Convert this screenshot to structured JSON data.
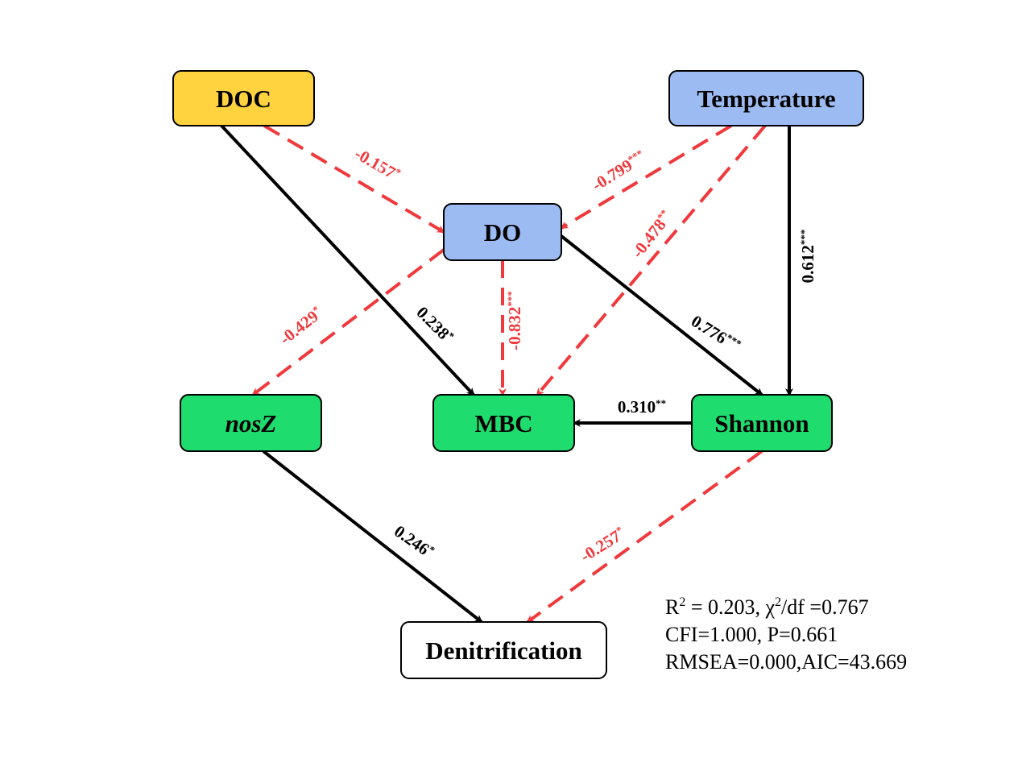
{
  "nodes": [
    {
      "id": "doc",
      "label": "DOC",
      "fill": "#ffd23f",
      "italic": false
    },
    {
      "id": "temperature",
      "label": "Temperature",
      "fill": "#9dbbf3",
      "italic": false
    },
    {
      "id": "do",
      "label": "DO",
      "fill": "#9dbbf3",
      "italic": false
    },
    {
      "id": "nosz",
      "label": "nosZ",
      "fill": "#1fdc6e",
      "italic": true
    },
    {
      "id": "mbc",
      "label": "MBC",
      "fill": "#1fdc6e",
      "italic": false
    },
    {
      "id": "shannon",
      "label": "Shannon",
      "fill": "#1fdc6e",
      "italic": false
    },
    {
      "id": "denitrification",
      "label": "Denitrification",
      "fill": "#ffffff",
      "italic": false
    }
  ],
  "edges": [
    {
      "id": "doc-do",
      "from": "doc",
      "to": "do",
      "coef": "-0.157",
      "sig": "*",
      "sign": "negative"
    },
    {
      "id": "doc-mbc",
      "from": "doc",
      "to": "mbc",
      "coef": "0.238",
      "sig": "*",
      "sign": "positive"
    },
    {
      "id": "temp-do",
      "from": "temperature",
      "to": "do",
      "coef": "-0.799",
      "sig": "***",
      "sign": "negative"
    },
    {
      "id": "temp-mbc",
      "from": "temperature",
      "to": "mbc",
      "coef": "-0.478",
      "sig": "**",
      "sign": "negative"
    },
    {
      "id": "temp-shannon",
      "from": "temperature",
      "to": "shannon",
      "coef": "0.612",
      "sig": "***",
      "sign": "positive"
    },
    {
      "id": "do-nosz",
      "from": "do",
      "to": "nosz",
      "coef": "-0.429",
      "sig": "*",
      "sign": "negative"
    },
    {
      "id": "do-mbc",
      "from": "do",
      "to": "mbc",
      "coef": "-0.832",
      "sig": "***",
      "sign": "negative"
    },
    {
      "id": "do-shannon",
      "from": "do",
      "to": "shannon",
      "coef": "0.776",
      "sig": "***",
      "sign": "positive"
    },
    {
      "id": "shannon-mbc",
      "from": "shannon",
      "to": "mbc",
      "coef": "0.310",
      "sig": "**",
      "sign": "positive"
    },
    {
      "id": "nosz-denit",
      "from": "nosz",
      "to": "denitrification",
      "coef": "0.246",
      "sig": "*",
      "sign": "positive"
    },
    {
      "id": "shannon-denit",
      "from": "shannon",
      "to": "denitrification",
      "coef": "-0.257",
      "sig": "*",
      "sign": "negative"
    }
  ],
  "colors": {
    "positive": "#000000",
    "negative": "#f0393c",
    "border": "#000000"
  },
  "fit_stats": {
    "line1": {
      "r_label": "R",
      "r_sup": "2",
      "r_rest": " = 0.203, χ",
      "chi_sup": "2",
      "chi_rest": "/df =0.767"
    },
    "line2": "CFI=1.000, P=0.661",
    "line3": "RMSEA=0.000,AIC=43.669"
  }
}
